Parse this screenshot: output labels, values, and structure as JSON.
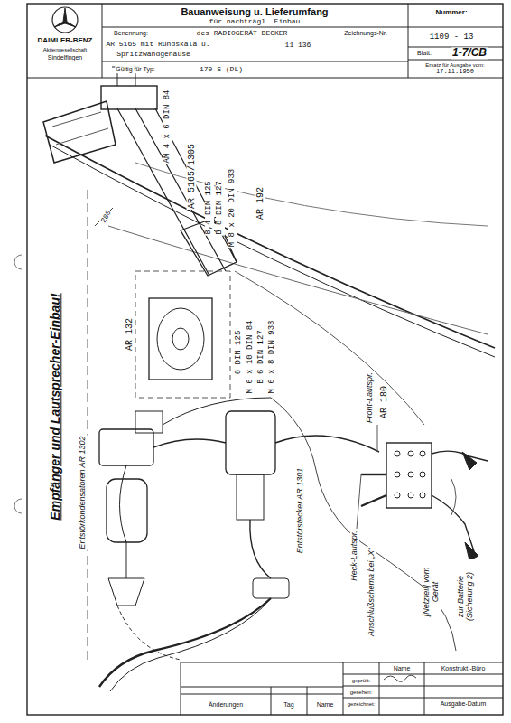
{
  "diagram": {
    "title": "Bauanweisung u. Lieferumfang",
    "labels": [
      "DAIMLER-BENZ",
      "Aktiengesellschaft",
      "Sindelfingen",
      "für nachträgl. Einbau",
      "Benennung:",
      "des RADIOGERÄT BECKER",
      "Zeichnungs-Nr.",
      "AR 5165 mit Rundskala u.",
      "11 136",
      "Spritzwandgehäuse",
      "Gültig für Typ:",
      "170 S (DL)",
      "Nummer:",
      "1109 - 13",
      "Blatt:",
      "1-7/CB",
      "Ersatz für Ausgabe vom:",
      "17.11.1950",
      "AM 4 x 6 DIN 84",
      "AR 5165/1305",
      "8,4 DIN 125",
      "B 8 DIN 127",
      "M 8 x 20 DIN 933",
      "AR 192",
      "280",
      "AR 132",
      "6 DIN 125",
      "M 6 x 10 DIN 84",
      "B 6 DIN 127",
      "M 6 x 8 DIN 933",
      "Empfänger und Lautsprecher-Einbau!",
      "Entstörkondensatoren AR 1302",
      "Entstörstecker AR 1301",
      "Front-Lautspr.",
      "AR 180",
      "Heck-Lautspr.",
      "Anschlußschema bei „X“",
      "[Netzteil] vom Gerät",
      "zur Batterie (Sicherung 2)",
      "Name",
      "Konstrukt.-Büro",
      "geprüft:",
      "gesehen:",
      "gezeichnet:",
      "Ausgabe-Datum",
      "Änderungen",
      "Tag",
      "Name"
    ]
  }
}
